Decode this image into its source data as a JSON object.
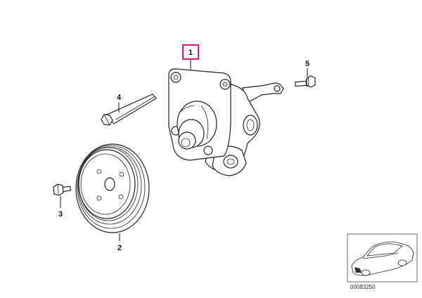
{
  "callouts": {
    "c1": "1",
    "c2": "2",
    "c3": "3",
    "c4": "4",
    "c5": "5"
  },
  "highlight_color": "#e0147a",
  "thumbnail": {
    "code": "00083250",
    "icon": "car-thumbnail-icon"
  },
  "parts": [
    {
      "icon": "power-steering-pump-icon"
    },
    {
      "icon": "pulley-icon"
    },
    {
      "icon": "hex-bolt-icon"
    },
    {
      "icon": "long-bolt-icon"
    },
    {
      "icon": "flange-bolt-icon"
    }
  ]
}
